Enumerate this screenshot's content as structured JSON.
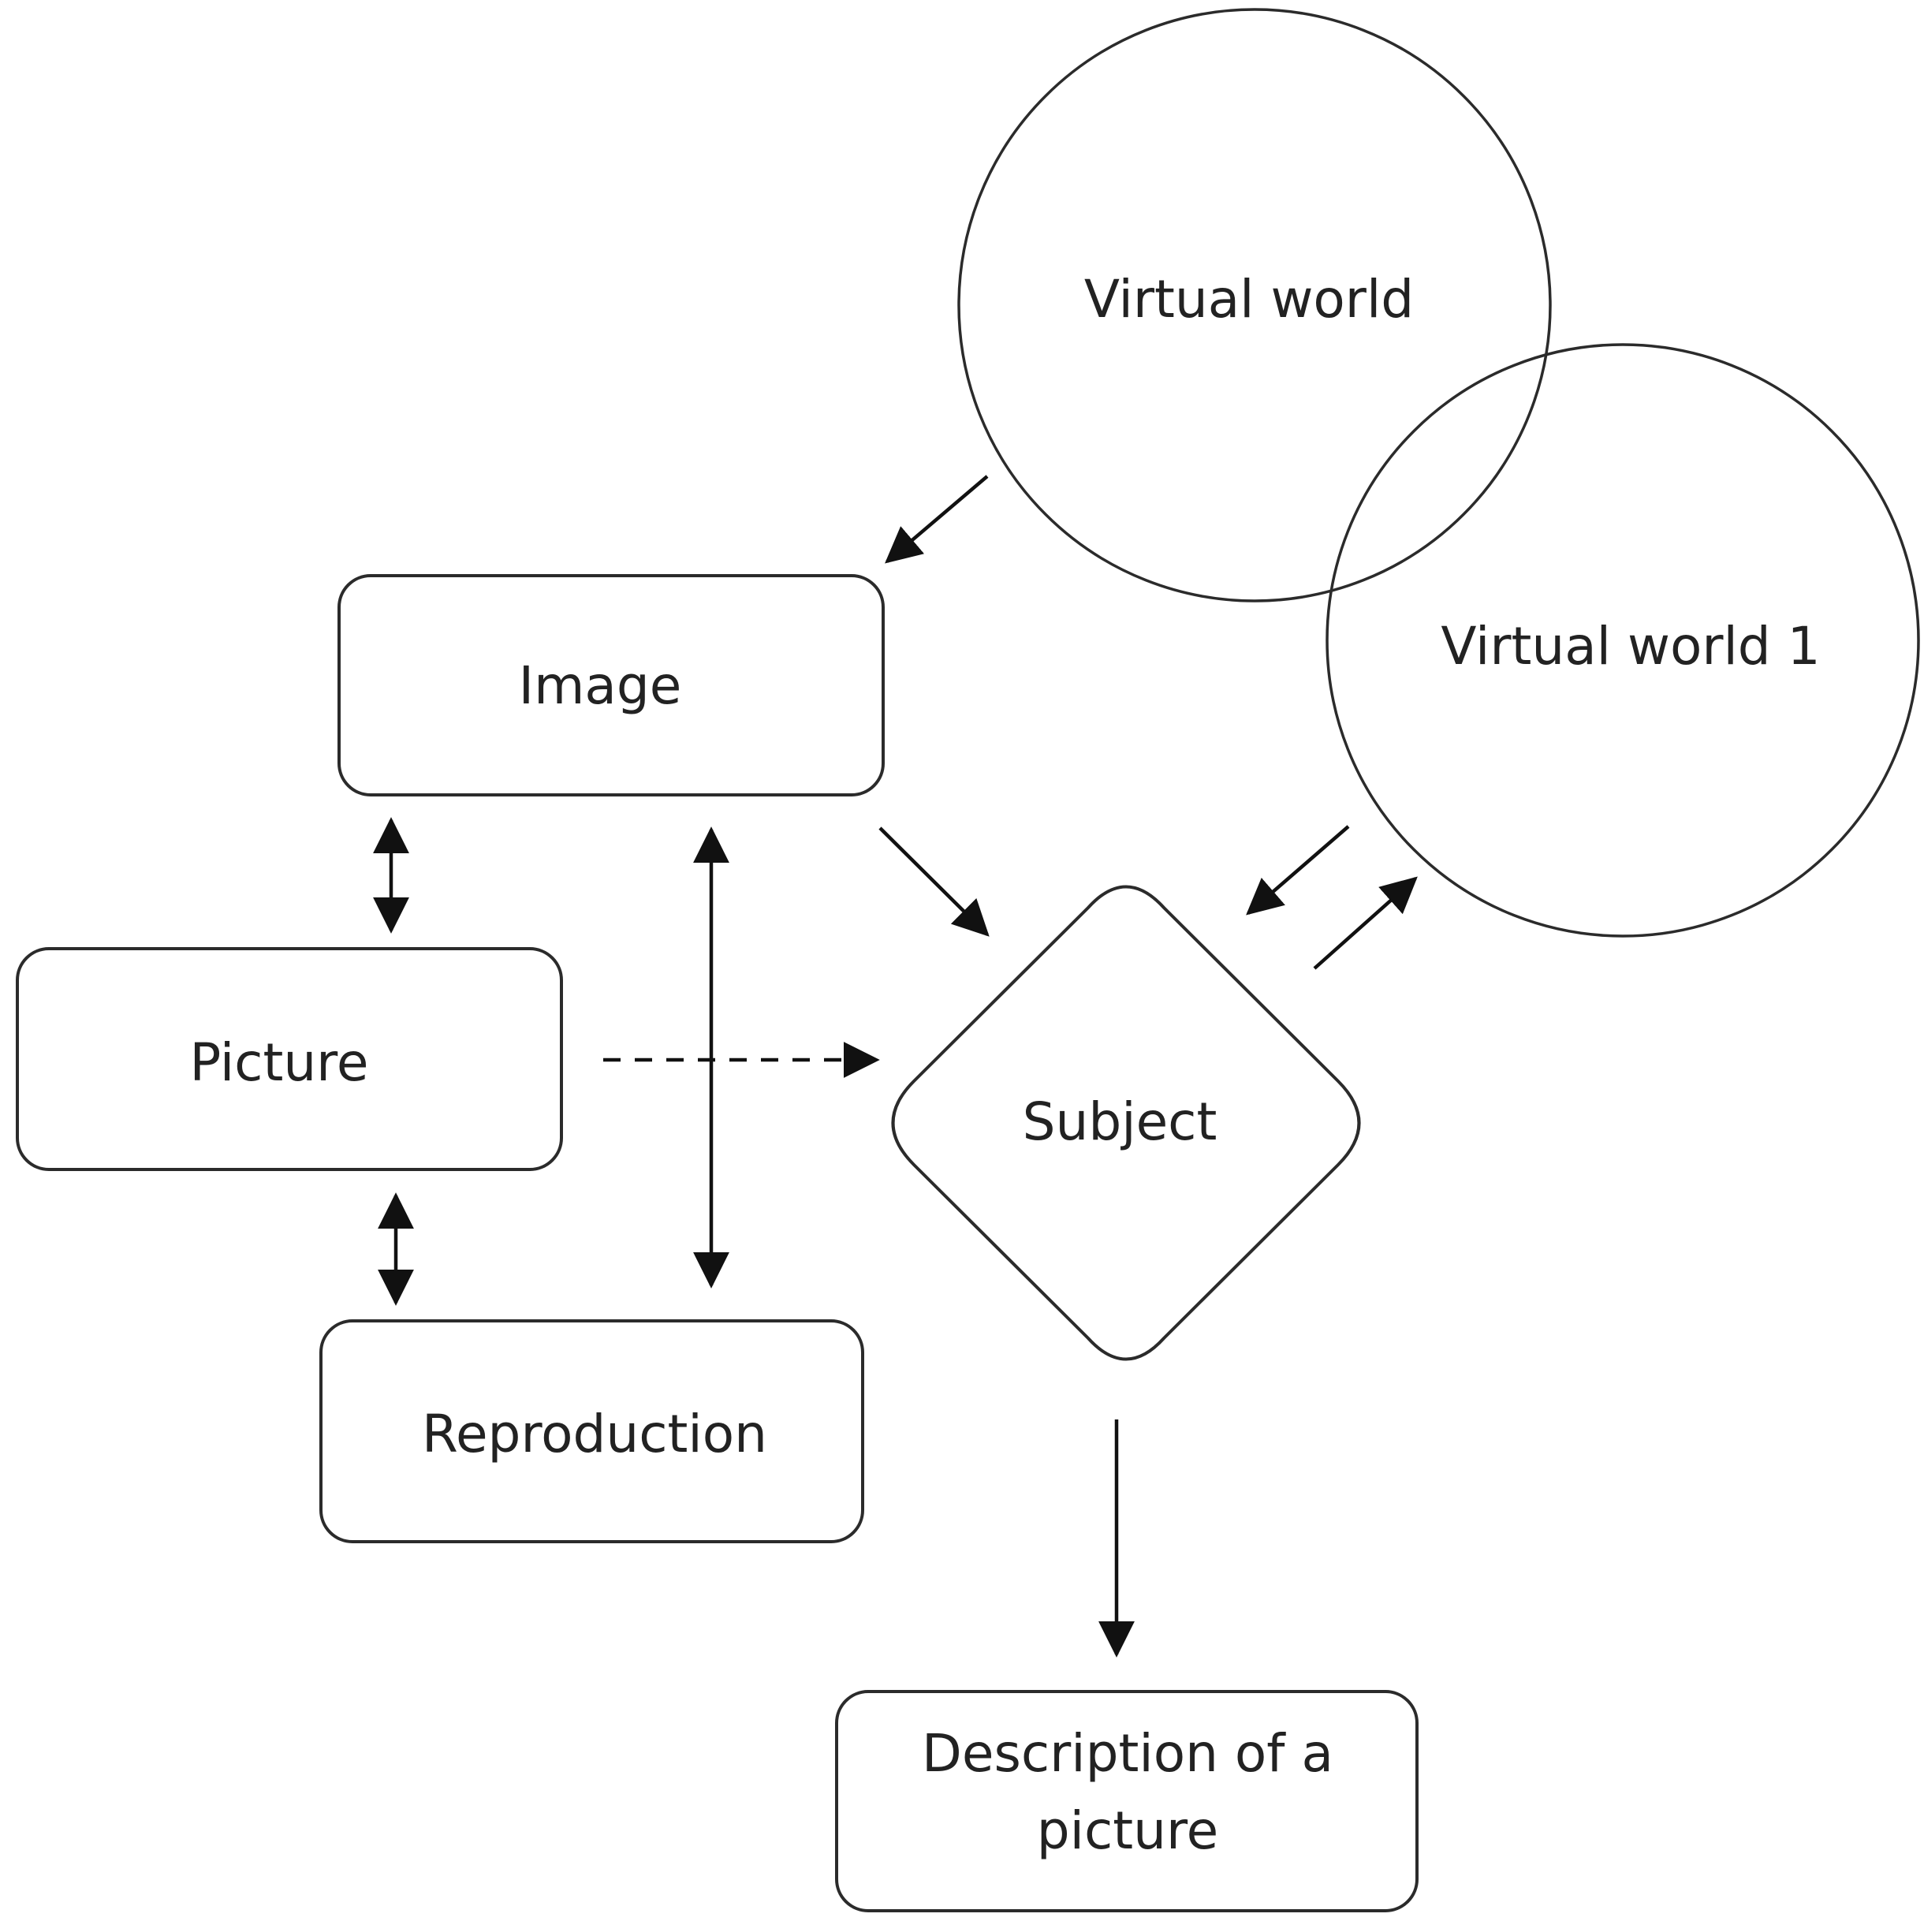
{
  "nodes": {
    "virtual_world": "Virtual world",
    "virtual_world_1": "Virtual world 1",
    "image": "Image",
    "picture": "Picture",
    "reproduction": "Reproduction",
    "subject": "Subject",
    "description_line1": "Description of a",
    "description_line2": "picture"
  },
  "edges": [
    {
      "from": "virtual_world",
      "to": "image",
      "style": "solid"
    },
    {
      "from": "image",
      "to": "subject",
      "style": "solid"
    },
    {
      "from": "virtual_world_1",
      "to": "subject",
      "style": "solid"
    },
    {
      "from": "subject",
      "to": "virtual_world_1",
      "style": "solid"
    },
    {
      "from": "image",
      "to": "picture",
      "style": "solid",
      "bidirectional": true
    },
    {
      "from": "picture",
      "to": "reproduction",
      "style": "solid",
      "bidirectional": true
    },
    {
      "from": "image",
      "to": "reproduction",
      "style": "solid",
      "bidirectional": true
    },
    {
      "from": "picture",
      "to": "subject",
      "style": "dashed"
    },
    {
      "from": "subject",
      "to": "description_of_a_picture",
      "style": "solid"
    }
  ],
  "colors": {
    "stroke": "#2b2b2b",
    "text": "#222222",
    "background": "#ffffff"
  }
}
